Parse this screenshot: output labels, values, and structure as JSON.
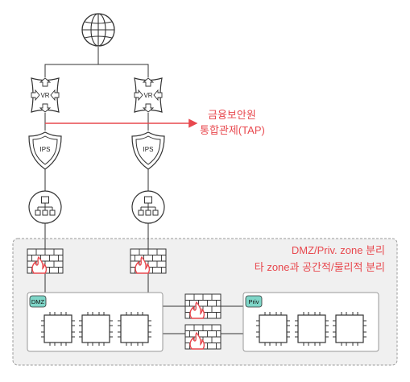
{
  "nodes": {
    "internet": {
      "icon": "globe-icon"
    },
    "router_left": {
      "label": "VR",
      "icon": "router-icon"
    },
    "router_right": {
      "label": "VR",
      "icon": "router-icon"
    },
    "ips_left": {
      "label": "IPS",
      "icon": "shield-icon"
    },
    "ips_right": {
      "label": "IPS",
      "icon": "shield-icon"
    },
    "switch_left": {
      "icon": "network-switch-icon"
    },
    "switch_right": {
      "icon": "network-switch-icon"
    },
    "firewall_icon": "firewall-icon",
    "server_icon": "chip-server-icon"
  },
  "zones": {
    "dmz": {
      "label": "DMZ",
      "server_count": 3
    },
    "priv": {
      "label": "Priv",
      "server_count": 3
    }
  },
  "annotations": {
    "tap_line1": "금융보안원",
    "tap_line2": "통합관제(TAP)",
    "zone_note_line1": "DMZ/Priv. zone 분리",
    "zone_note_line2": "타 zone과 공간적/물리적 분리"
  },
  "colors": {
    "accent": "#e8484e",
    "outer_box_fill": "#f0f0f0",
    "outer_box_border": "#9a9a9a",
    "zone_tag_fill": "#7fd6c8",
    "firewall_flame": "#e8484e",
    "line": "#333333"
  }
}
